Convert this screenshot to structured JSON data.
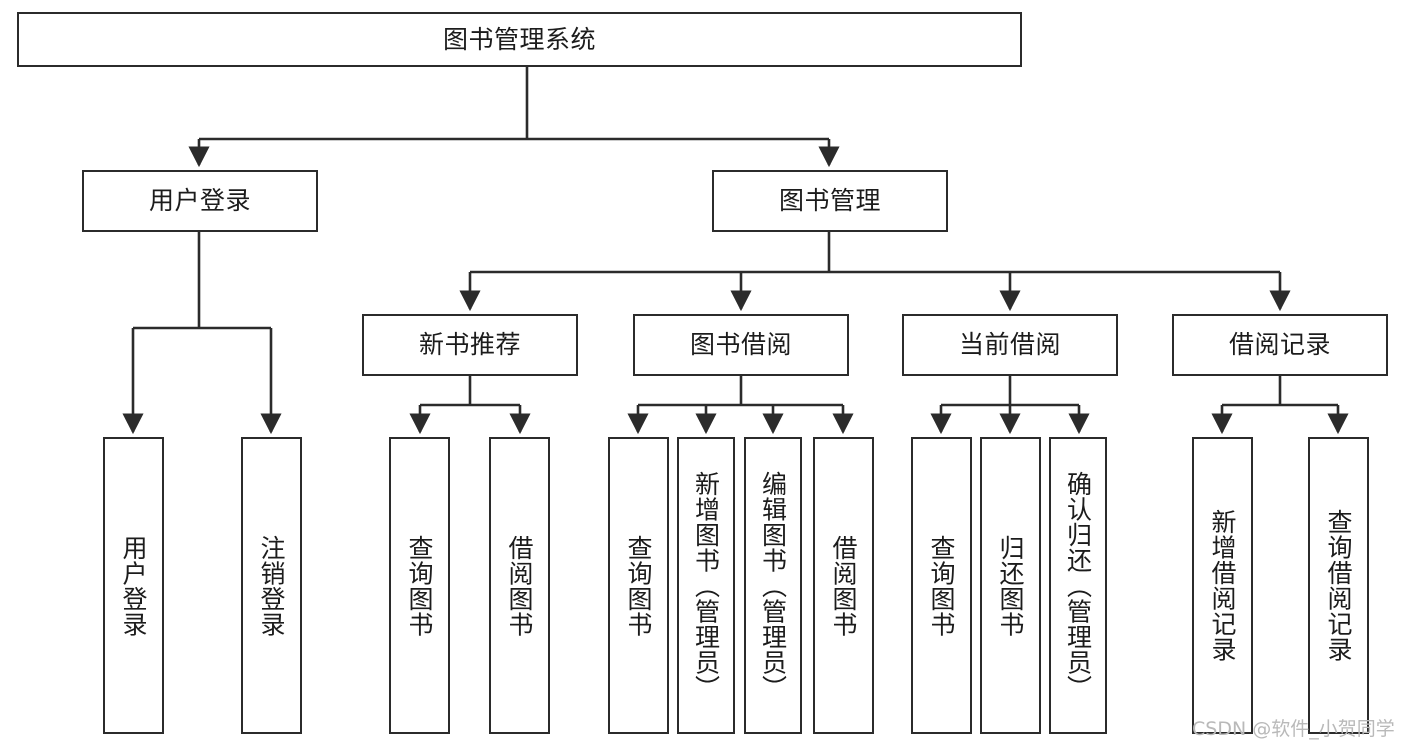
{
  "diagram": {
    "type": "tree",
    "title": "图书管理系统",
    "watermark": "CSDN @软件_小贺同学",
    "colors": {
      "stroke": "#2b2b2b",
      "fill": "#ffffff",
      "text": "#1c1c1c",
      "watermark": "#b9b9b9"
    },
    "nodes": {
      "root": {
        "label": "图书管理系统",
        "level": 1,
        "orientation": "horizontal"
      },
      "user_login": {
        "label": "用户登录",
        "level": 2,
        "orientation": "horizontal"
      },
      "book_manage": {
        "label": "图书管理",
        "level": 2,
        "orientation": "horizontal"
      },
      "new_book_rec": {
        "label": "新书推荐",
        "level": 3,
        "orientation": "horizontal"
      },
      "book_borrow": {
        "label": "图书借阅",
        "level": 3,
        "orientation": "horizontal"
      },
      "current_borrow": {
        "label": "当前借阅",
        "level": 3,
        "orientation": "horizontal"
      },
      "borrow_record": {
        "label": "借阅记录",
        "level": 3,
        "orientation": "horizontal"
      },
      "leaf_user_login": {
        "label": "用户登录",
        "level": 4,
        "orientation": "vertical"
      },
      "leaf_logout": {
        "label": "注销登录",
        "level": 4,
        "orientation": "vertical"
      },
      "leaf_query_book_1": {
        "label": "查询图书",
        "level": 4,
        "orientation": "vertical"
      },
      "leaf_borrow_book_1": {
        "label": "借阅图书",
        "level": 4,
        "orientation": "vertical"
      },
      "leaf_query_book_2": {
        "label": "查询图书",
        "level": 4,
        "orientation": "vertical"
      },
      "leaf_add_book": {
        "label": "新增图书（管理员）",
        "level": 4,
        "orientation": "vertical"
      },
      "leaf_edit_book": {
        "label": "编辑图书（管理员）",
        "level": 4,
        "orientation": "vertical"
      },
      "leaf_borrow_book_2": {
        "label": "借阅图书",
        "level": 4,
        "orientation": "vertical"
      },
      "leaf_query_book_3": {
        "label": "查询图书",
        "level": 4,
        "orientation": "vertical"
      },
      "leaf_return_book": {
        "label": "归还图书",
        "level": 4,
        "orientation": "vertical"
      },
      "leaf_confirm_return": {
        "label": "确认归还（管理员）",
        "level": 4,
        "orientation": "vertical"
      },
      "leaf_add_record": {
        "label": "新增借阅记录",
        "level": 4,
        "orientation": "vertical"
      },
      "leaf_query_record": {
        "label": "查询借阅记录",
        "level": 4,
        "orientation": "vertical"
      }
    },
    "edges": [
      {
        "from": "root",
        "to": "user_login"
      },
      {
        "from": "root",
        "to": "book_manage"
      },
      {
        "from": "book_manage",
        "to": "new_book_rec"
      },
      {
        "from": "book_manage",
        "to": "book_borrow"
      },
      {
        "from": "book_manage",
        "to": "current_borrow"
      },
      {
        "from": "book_manage",
        "to": "borrow_record"
      },
      {
        "from": "user_login",
        "to": "leaf_user_login"
      },
      {
        "from": "user_login",
        "to": "leaf_logout"
      },
      {
        "from": "new_book_rec",
        "to": "leaf_query_book_1"
      },
      {
        "from": "new_book_rec",
        "to": "leaf_borrow_book_1"
      },
      {
        "from": "book_borrow",
        "to": "leaf_query_book_2"
      },
      {
        "from": "book_borrow",
        "to": "leaf_add_book"
      },
      {
        "from": "book_borrow",
        "to": "leaf_edit_book"
      },
      {
        "from": "book_borrow",
        "to": "leaf_borrow_book_2"
      },
      {
        "from": "current_borrow",
        "to": "leaf_query_book_3"
      },
      {
        "from": "current_borrow",
        "to": "leaf_return_book"
      },
      {
        "from": "current_borrow",
        "to": "leaf_confirm_return"
      },
      {
        "from": "borrow_record",
        "to": "leaf_add_record"
      },
      {
        "from": "borrow_record",
        "to": "leaf_query_record"
      }
    ]
  }
}
